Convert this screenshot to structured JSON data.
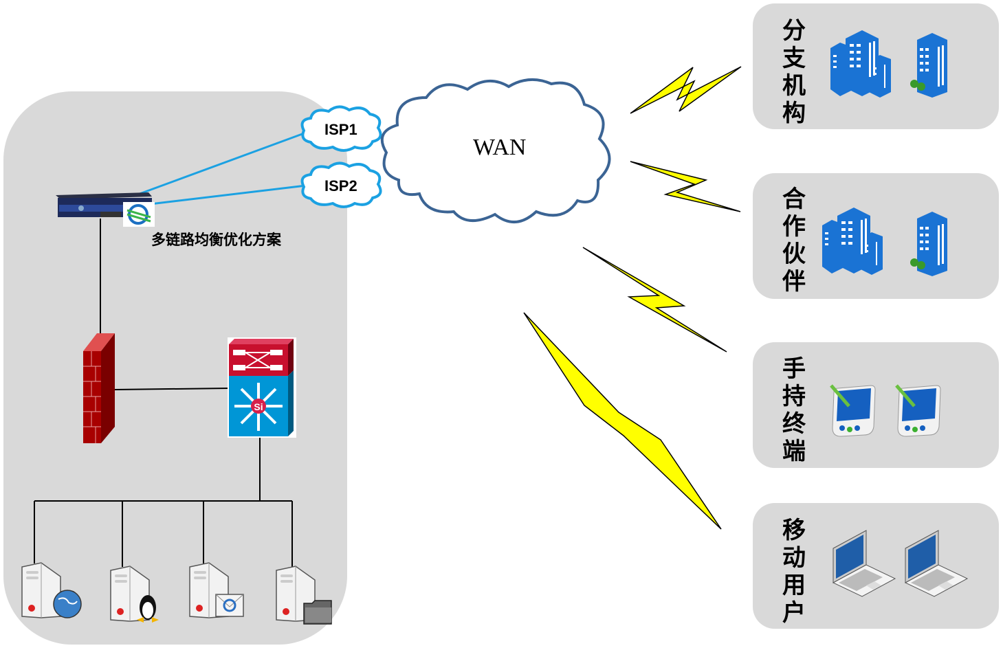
{
  "diagram": {
    "title": "多链路均衡优化方案",
    "lan": {
      "label": "多链路均衡优化方案",
      "devices": [
        {
          "type": "load-balancer-appliance",
          "icon": "rack-server-icon"
        },
        {
          "type": "firewall",
          "icon": "firewall-icon"
        },
        {
          "type": "layer3-switch",
          "icon": "multilayer-switch-icon",
          "badge": "Si"
        }
      ],
      "servers": [
        {
          "icon": "web-server-icon",
          "overlay": "globe-icon"
        },
        {
          "icon": "linux-server-icon",
          "overlay": "penguin-icon"
        },
        {
          "icon": "mail-server-icon",
          "overlay": "email-icon"
        },
        {
          "icon": "file-server-icon",
          "overlay": "folder-icon"
        }
      ]
    },
    "isp_clouds": [
      {
        "label": "ISP1"
      },
      {
        "label": "ISP2"
      }
    ],
    "wan": {
      "label": "WAN"
    },
    "remote_groups": [
      {
        "label": "分支机构",
        "icon": "office-building-icon"
      },
      {
        "label": "合作伙伴",
        "icon": "office-building-icon"
      },
      {
        "label": "手持终端",
        "icon": "pda-icon"
      },
      {
        "label": "移动用户",
        "icon": "laptop-icon"
      }
    ],
    "colors": {
      "isp_link": "#1ba1e2",
      "wan_outline": "#3b6494",
      "panel_bg": "#d9d9d9",
      "lightning": "#ffff00",
      "building": "#1a73d4",
      "firewall": "#a80000",
      "switch_top": "#c8102e",
      "switch_body": "#0096d6"
    }
  }
}
